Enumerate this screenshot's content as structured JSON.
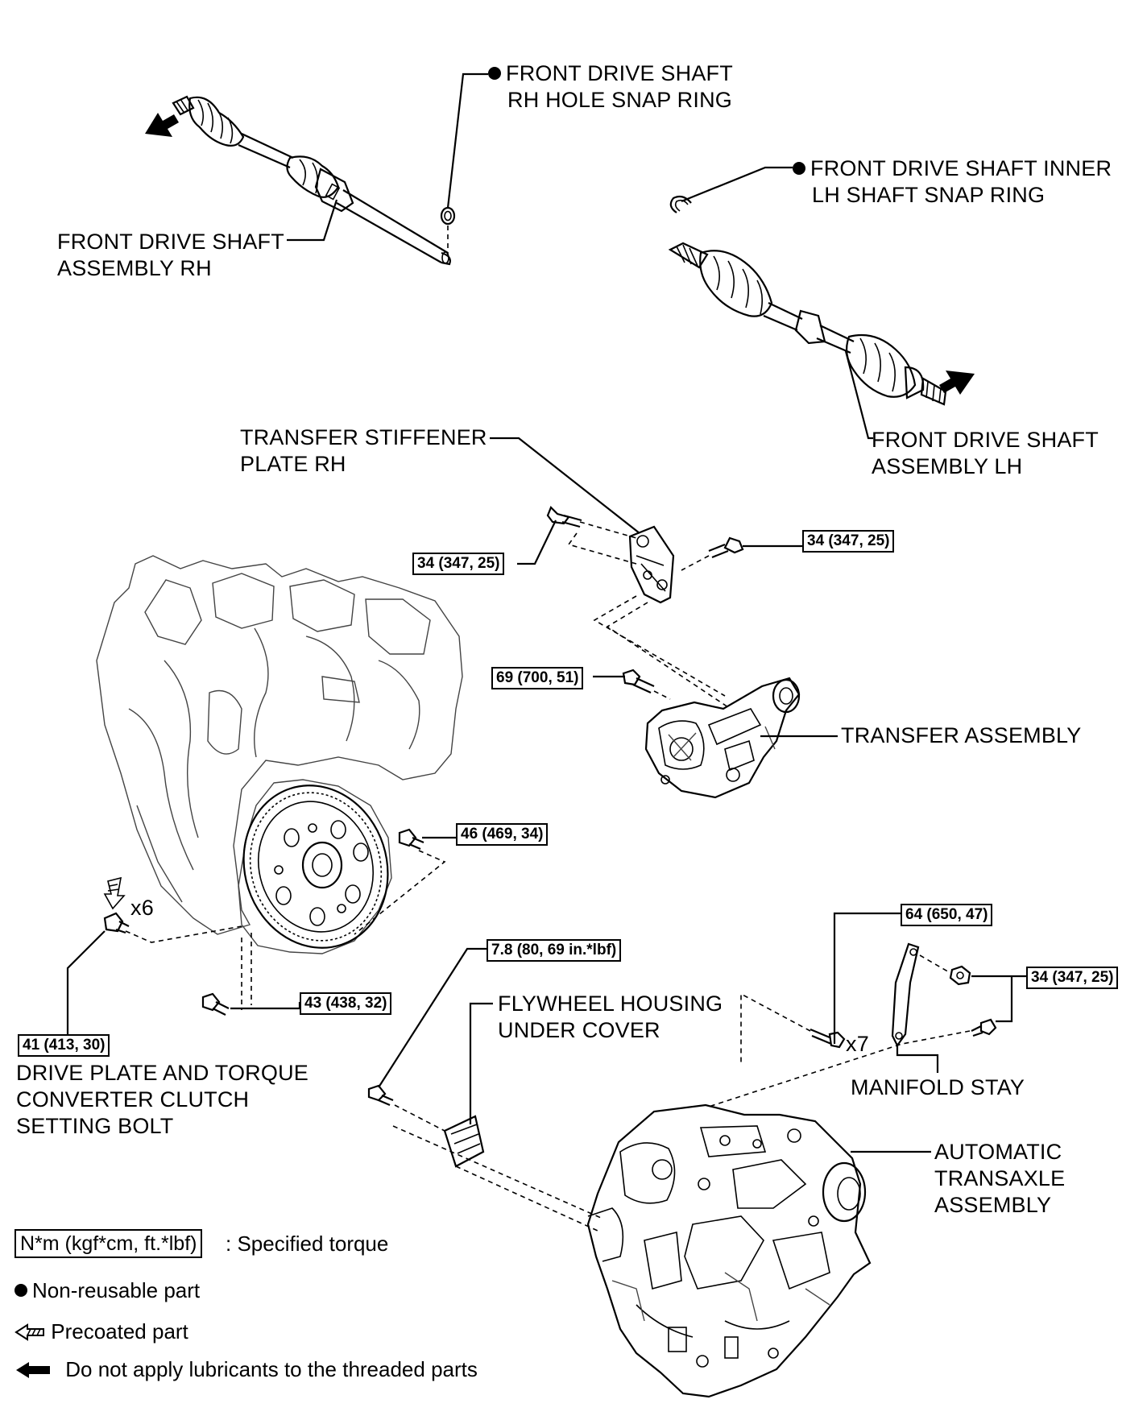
{
  "parts": {
    "front_shaft_rh_snap_ring": [
      "FRONT DRIVE SHAFT",
      "RH HOLE SNAP RING"
    ],
    "front_shaft_inner_lh_snap_ring": [
      "FRONT DRIVE SHAFT INNER",
      "LH SHAFT SNAP RING"
    ],
    "front_shaft_assembly_rh": [
      "FRONT DRIVE SHAFT",
      "ASSEMBLY RH"
    ],
    "front_shaft_assembly_lh": [
      "FRONT DRIVE SHAFT",
      "ASSEMBLY LH"
    ],
    "transfer_stiffener_plate_rh": [
      "TRANSFER STIFFENER",
      "PLATE RH"
    ],
    "transfer_assembly": [
      "TRANSFER ASSEMBLY"
    ],
    "drive_plate_bolt": [
      "DRIVE PLATE AND TORQUE",
      "CONVERTER CLUTCH",
      "SETTING BOLT"
    ],
    "flywheel_housing_under_cover": [
      "FLYWHEEL HOUSING",
      "UNDER COVER"
    ],
    "manifold_stay": [
      "MANIFOLD STAY"
    ],
    "automatic_transaxle_assembly": [
      "AUTOMATIC",
      "TRANSAXLE",
      "ASSEMBLY"
    ]
  },
  "torques": {
    "stiffener_left": "34 (347, 25)",
    "stiffener_right": "34 (347, 25)",
    "transfer": "69 (700, 51)",
    "flywheel_bolt_right": "46 (469, 34)",
    "flywheel_bolt_lower": "43 (438, 32)",
    "drive_plate": "41 (413, 30)",
    "under_cover": "7.8 (80, 69 in.*lbf)",
    "transaxle_bolt": "64 (650, 47)",
    "manifold_stay": "34 (347, 25)"
  },
  "quantities": {
    "drive_plate_bolts": "x6",
    "transaxle_bolts": "x7"
  },
  "legend": {
    "torque_unit": "N*m (kgf*cm, ft.*lbf)",
    "torque_desc": ": Specified torque",
    "non_reusable": "Non-reusable part",
    "precoated": "Precoated part",
    "no_lubricant": "Do not apply lubricants to the threaded parts"
  },
  "icons": [
    "non-reusable-dot-icon",
    "precoated-arrow-icon",
    "no-lubricant-arrow-icon"
  ]
}
